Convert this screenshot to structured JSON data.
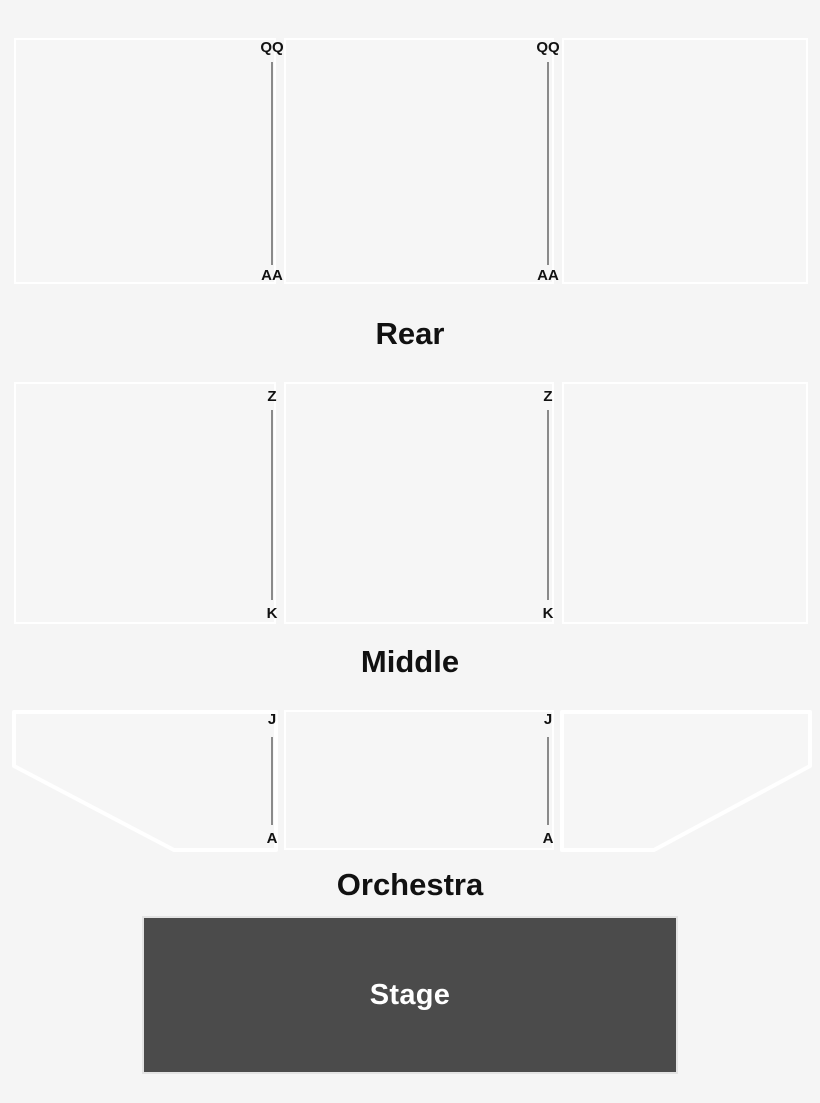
{
  "venue_map": {
    "background_color": "#f5f5f5",
    "block_fill_color": "#f6f6f6",
    "block_border_color": "#ffffff",
    "ruler_color": "#8a8a8a",
    "label_color": "#111111",
    "stage_color": "#4b4b4b",
    "stage_text_color": "#ffffff"
  },
  "sections": [
    {
      "name": "Rear",
      "caption": "Rear",
      "row_ranges": [
        {
          "first_row": "QQ",
          "last_row": "AA"
        },
        {
          "first_row": "QQ",
          "last_row": "AA"
        }
      ],
      "blocks": [
        "left",
        "center",
        "right"
      ]
    },
    {
      "name": "Middle",
      "caption": "Middle",
      "row_ranges": [
        {
          "first_row": "Z",
          "last_row": "K"
        },
        {
          "first_row": "Z",
          "last_row": "K"
        }
      ],
      "blocks": [
        "left",
        "center",
        "right"
      ]
    },
    {
      "name": "Orchestra",
      "caption": "Orchestra",
      "row_ranges": [
        {
          "first_row": "J",
          "last_row": "A"
        },
        {
          "first_row": "J",
          "last_row": "A"
        }
      ],
      "blocks": [
        "left-wing",
        "center",
        "right-wing"
      ]
    }
  ],
  "stage": {
    "label": "Stage"
  },
  "row_markers": {
    "rear_left_top": "QQ",
    "rear_left_bottom": "AA",
    "rear_right_top": "QQ",
    "rear_right_bottom": "AA",
    "middle_left_top": "Z",
    "middle_left_bottom": "K",
    "middle_right_top": "Z",
    "middle_right_bottom": "K",
    "orchestra_left_top": "J",
    "orchestra_left_bottom": "A",
    "orchestra_right_top": "J",
    "orchestra_right_bottom": "A"
  },
  "captions": {
    "rear": "Rear",
    "middle": "Middle",
    "orchestra": "Orchestra"
  }
}
